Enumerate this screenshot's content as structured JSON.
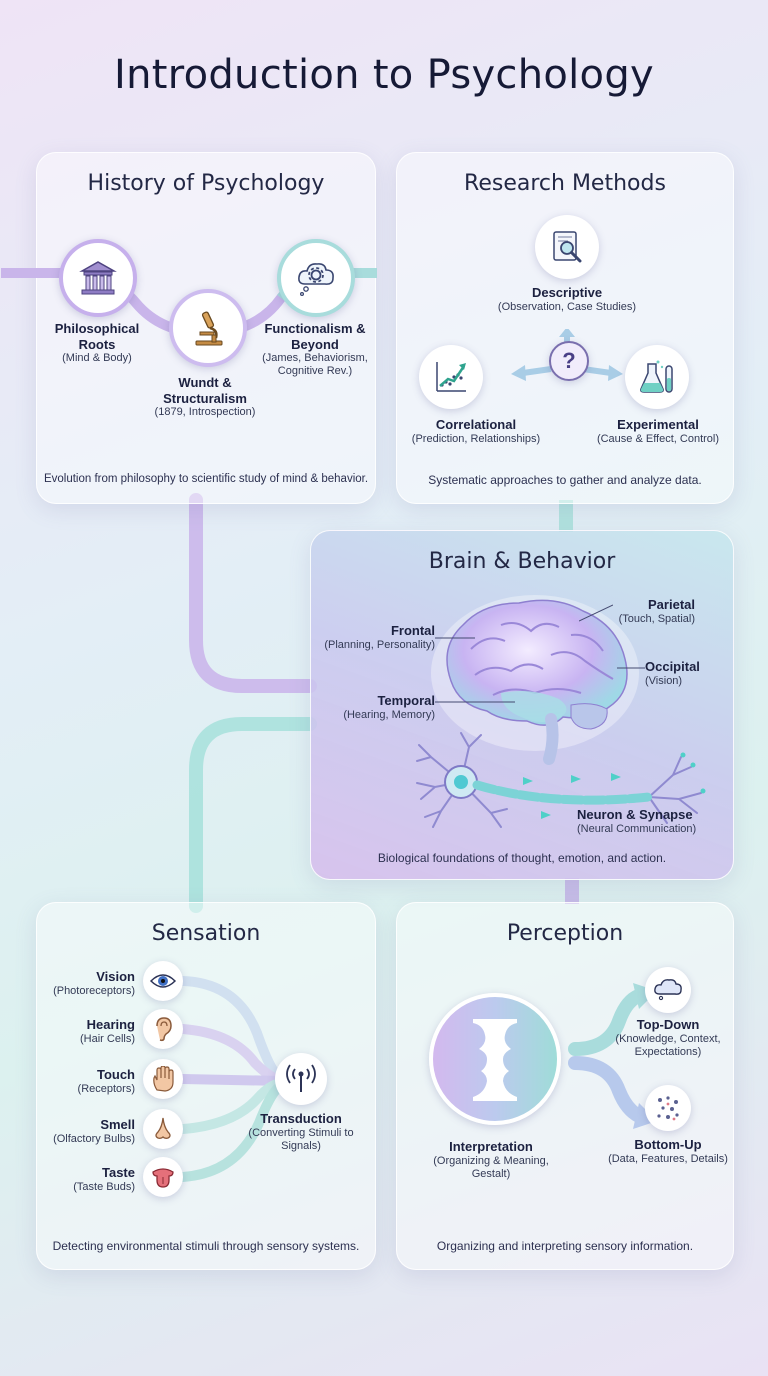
{
  "title": "Introduction to Psychology",
  "history": {
    "title": "History of Psychology",
    "nodes": [
      {
        "label": "Philosophical Roots",
        "detail": "(Mind & Body)",
        "icon": "pillared-building-icon"
      },
      {
        "label": "Wundt & Structuralism",
        "detail": "(1879, Introspection)",
        "icon": "microscope-icon"
      },
      {
        "label": "Functionalism & Beyond",
        "detail": "(James, Behaviorism, Cognitive Rev.)",
        "icon": "thought-cloud-gear-icon"
      }
    ],
    "caption": "Evolution from philosophy to scientific study of mind & behavior."
  },
  "research": {
    "title": "Research Methods",
    "methods": [
      {
        "label": "Descriptive",
        "detail": "(Observation, Case Studies)",
        "icon": "magnifier-document-icon"
      },
      {
        "label": "Correlational",
        "detail": "(Prediction, Relationships)",
        "icon": "scatter-trend-icon"
      },
      {
        "label": "Experimental",
        "detail": "(Cause & Effect, Control)",
        "icon": "flask-test-tube-icon"
      }
    ],
    "center_symbol": "?",
    "caption": "Systematic approaches to gather and analyze data."
  },
  "brain": {
    "title": "Brain & Behavior",
    "lobes": [
      {
        "label": "Frontal",
        "detail": "(Planning, Personality)"
      },
      {
        "label": "Parietal",
        "detail": "(Touch, Spatial)"
      },
      {
        "label": "Occipital",
        "detail": "(Vision)"
      },
      {
        "label": "Temporal",
        "detail": "(Hearing, Memory)"
      }
    ],
    "neuron": {
      "label": "Neuron & Synapse",
      "detail": "(Neural Communication)"
    },
    "caption": "Biological foundations of thought, emotion, and action."
  },
  "sensation": {
    "title": "Sensation",
    "senses": [
      {
        "label": "Vision",
        "detail": "(Photoreceptors)",
        "icon": "eye-icon"
      },
      {
        "label": "Hearing",
        "detail": "(Hair Cells)",
        "icon": "ear-icon"
      },
      {
        "label": "Touch",
        "detail": "(Receptors)",
        "icon": "hand-icon"
      },
      {
        "label": "Smell",
        "detail": "(Olfactory Bulbs)",
        "icon": "nose-icon"
      },
      {
        "label": "Taste",
        "detail": "(Taste Buds)",
        "icon": "tongue-icon"
      }
    ],
    "transduction": {
      "label": "Transduction",
      "detail": "(Converting Stimuli to Signals)",
      "icon": "signal-antenna-icon"
    },
    "caption": "Detecting environmental stimuli through sensory systems."
  },
  "perception": {
    "title": "Perception",
    "interpretation": {
      "label": "Interpretation",
      "detail": "(Organizing & Meaning, Gestalt)",
      "icon": "rubin-vase-icon"
    },
    "top_down": {
      "label": "Top-Down",
      "detail": "(Knowledge, Context, Expectations)",
      "icon": "thought-cloud-icon"
    },
    "bottom_up": {
      "label": "Bottom-Up",
      "detail": "(Data, Features, Details)",
      "icon": "dots-icon"
    },
    "caption": "Organizing and interpreting sensory information."
  },
  "colors": {
    "purple": "#b79ae0",
    "teal": "#8fd8d2",
    "accent": "#5fb8c2"
  }
}
